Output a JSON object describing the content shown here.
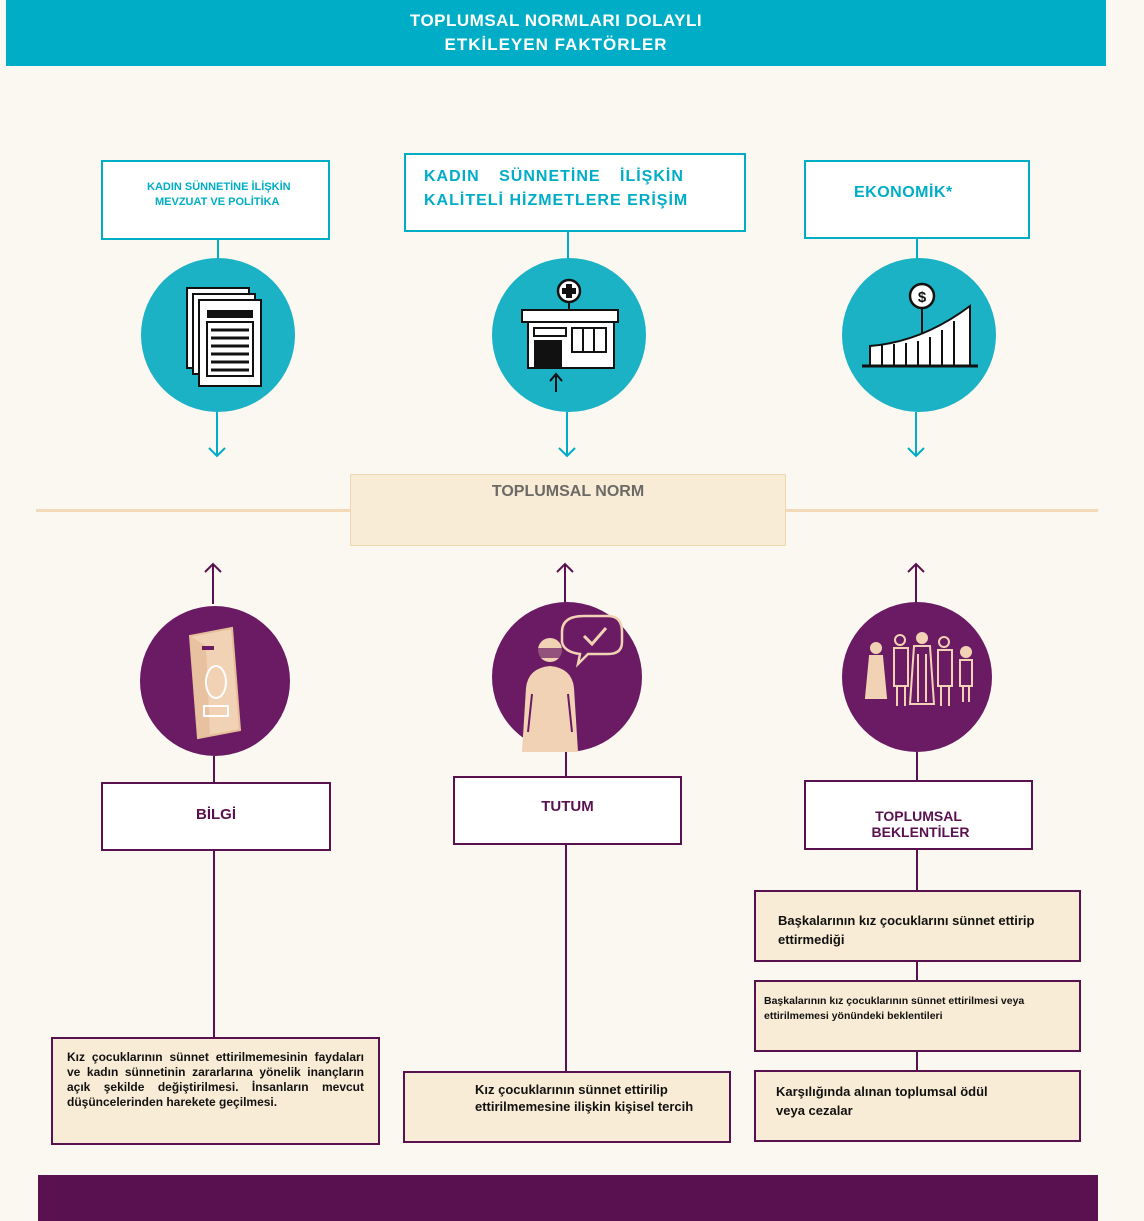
{
  "header": {
    "line1": "TOPLUMSAL NORMLARI DOLAYLI",
    "line2": "ETKİLEYEN FAKTÖRLER"
  },
  "indirect_factors": [
    {
      "label_line1": "KADIN SÜNNETİNE İLİŞKİN",
      "label_line2": "MEVZUAT VE POLİTİKA",
      "icon": "documents-icon"
    },
    {
      "label_line1": "KADIN SÜNNETİNE İLİŞKİN",
      "label_line2": "KALİTELİ HİZMETLERE ERİŞİM",
      "icon": "health-clinic-icon"
    },
    {
      "label_line1": "EKONOMİK*",
      "icon": "economic-growth-icon"
    }
  ],
  "social_norm": {
    "label": "TOPLUMSAL NORM"
  },
  "direct_factors": [
    {
      "label": "BİLGİ",
      "icon": "leaflet-icon",
      "description": "Kız çocuklarının sünnet ettirilmemesinin faydaları ve kadın sünnetinin zararlarına yönelik inançların açık şekilde değiştirilmesi. İnsanların mevcut düşüncelerinden harekete geçilmesi."
    },
    {
      "label": "TUTUM",
      "icon": "person-approval-icon",
      "description": "Kız çocuklarının sünnet ettirilip ettirilmemesine ilişkin kişisel tercih"
    },
    {
      "label_line1": "TOPLUMSAL",
      "label_line2": "BEKLENTİLER",
      "icon": "community-people-icon",
      "descriptions": [
        "Başkalarının kız çocuklarını sünnet ettirip ettirmediği",
        "Başkalarının kız çocuklarının sünnet ettirilmesi veya ettirilmemesi yönündeki beklentileri",
        "Karşılığında alınan toplumsal ödül veya cezalar"
      ]
    }
  ],
  "colors": {
    "teal": "#00adc6",
    "purple": "#5a1150",
    "cream": "#f8ecd6",
    "background": "#fbf8f1"
  }
}
